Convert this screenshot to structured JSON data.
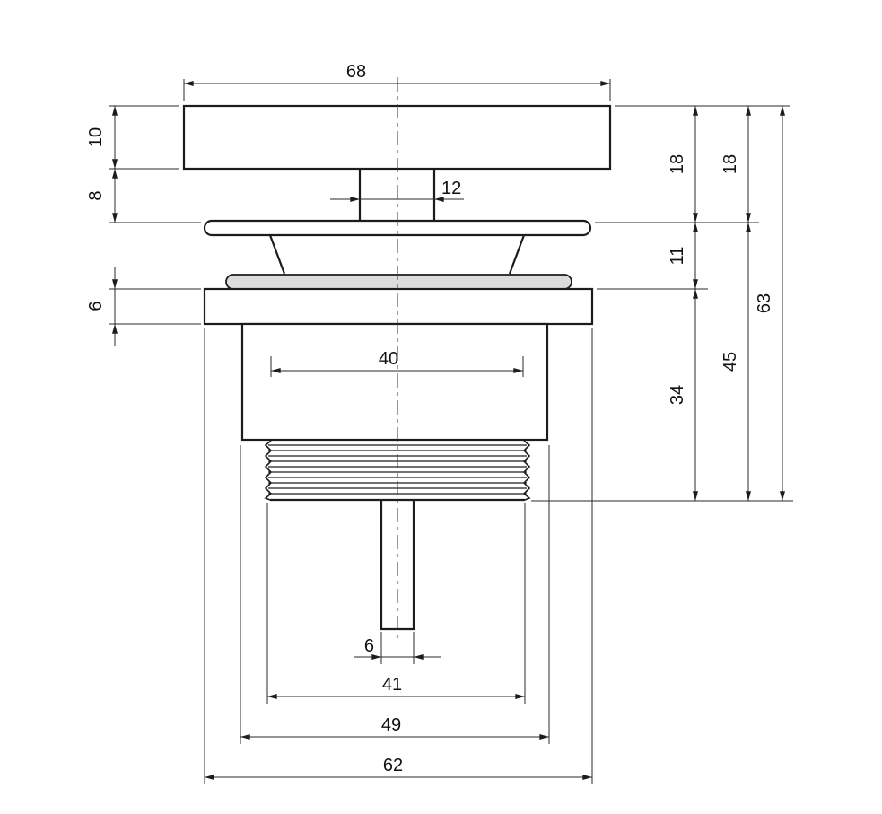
{
  "drawing": {
    "kind": "dimensioned-part-cross-section",
    "dims": {
      "cap_width": "68",
      "cap_height": "10",
      "neck_height": "8",
      "neck_width": "12",
      "head_height_inner": "18",
      "head_height_outer": "18",
      "collar_height": "11",
      "overall_height": "63",
      "flange_thickness": "6",
      "bore_width": "40",
      "body_height": "34",
      "lower_height": "45",
      "pin_width": "6",
      "thread_width": "41",
      "body_width": "49",
      "flange_width": "62"
    },
    "colors": {
      "line": "#1c1c1c",
      "dim_line": "#2a2a2a",
      "gasket_fill": "#dcdcdc",
      "background": "#ffffff"
    }
  }
}
